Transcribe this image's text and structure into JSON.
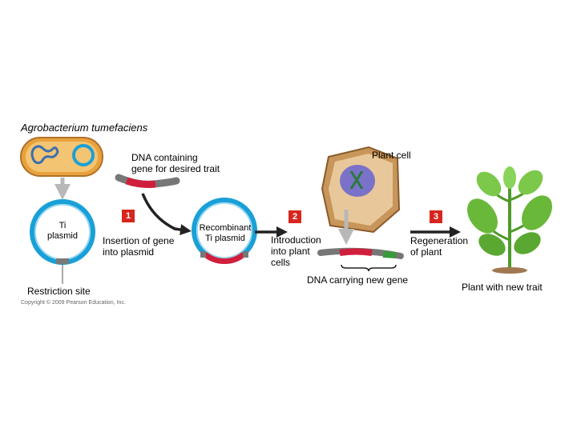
{
  "labels": {
    "organism": "Agrobacterium tumefaciens",
    "dna_containing": "DNA containing\ngene for desired trait",
    "plant_cell": "Plant cell",
    "ti_plasmid": "Ti\nplasmid",
    "insertion": "Insertion of gene\ninto plasmid",
    "recombinant": "Recombinant\nTi plasmid",
    "introduction": "Introduction\ninto plant\ncells",
    "regeneration": "Regeneration\nof plant",
    "dna_new_gene": "DNA carrying new gene",
    "plant_new_trait": "Plant with new trait",
    "restriction_site": "Restriction site"
  },
  "steps": [
    "1",
    "2",
    "3"
  ],
  "copyright": "Copyright © 2009 Pearson Education, Inc.",
  "colors": {
    "plasmid_ring": "#1aa0d8",
    "gene_red": "#d01f3c",
    "step_badge": "#d7261e",
    "bacterium": "#e8a23c",
    "plant_green": "#4f9a2a",
    "cell_wall": "#c8965a"
  }
}
